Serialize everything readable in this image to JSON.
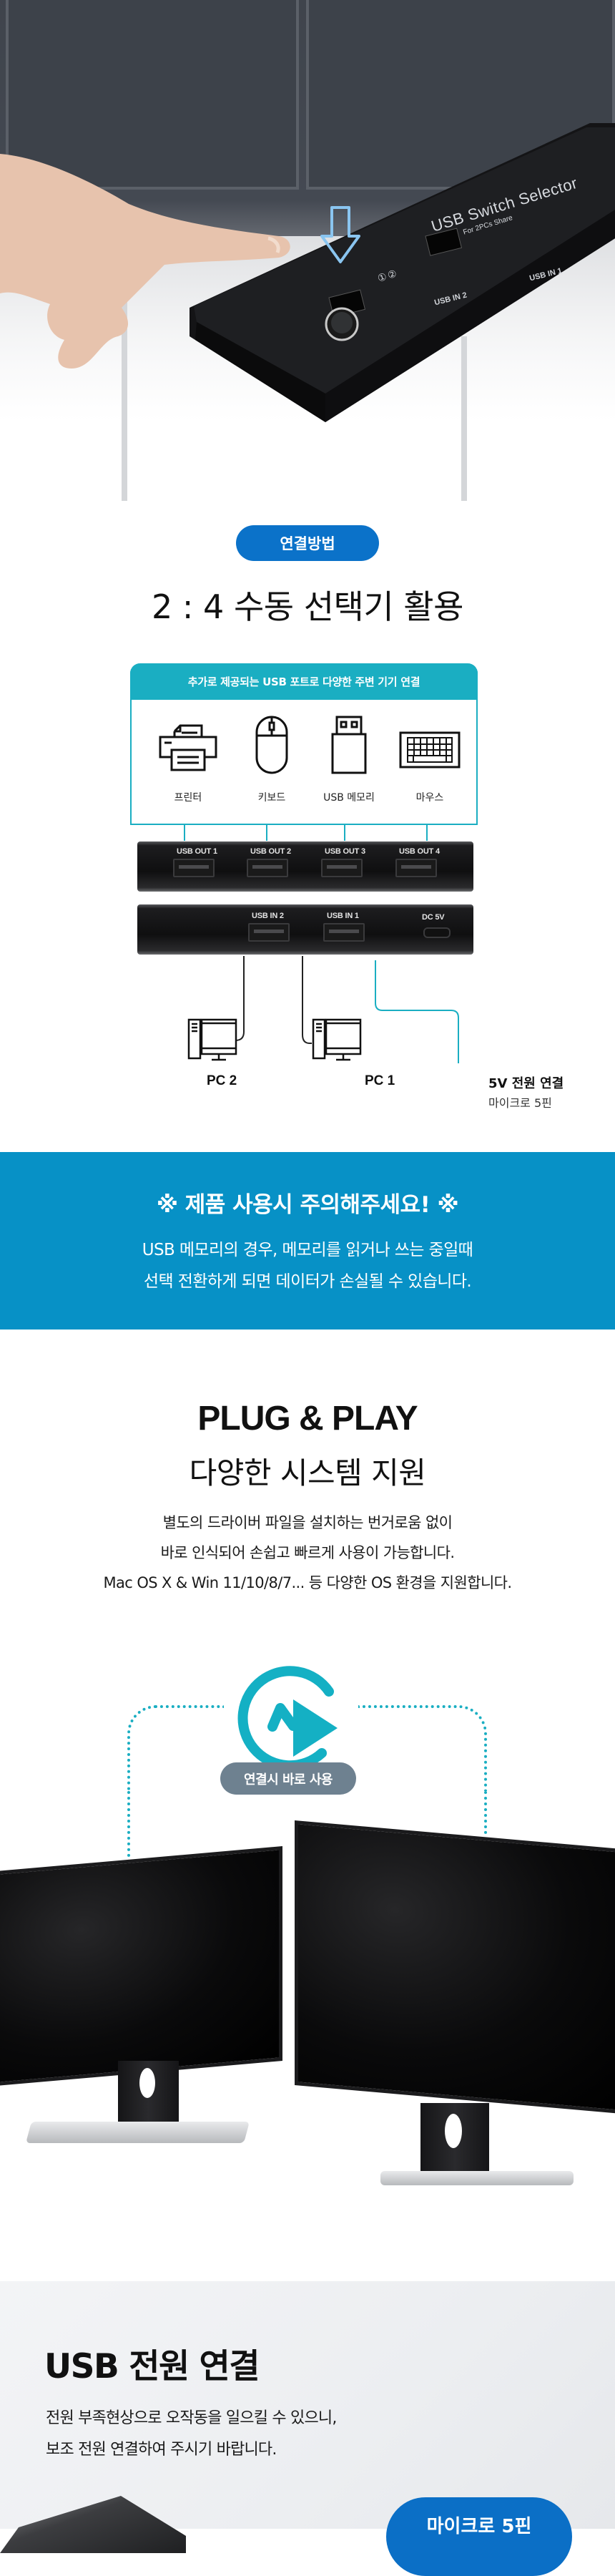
{
  "hero": {
    "product_label": "USB Switch Selector",
    "product_sublabel": "For 2PCs Share",
    "indicator_numbers": "①②",
    "ports": [
      "USB IN 2",
      "USB IN 1"
    ]
  },
  "connection": {
    "badge": "연결방법",
    "title": "2 : 4 수동 선택기 활용",
    "diagram_header": "추가로 제공되는 USB 포트로 다양한 주변 기기 연결",
    "devices": [
      {
        "icon": "printer-icon",
        "label": "프린터"
      },
      {
        "icon": "mouse-icon",
        "label": "키보드"
      },
      {
        "icon": "usb-drive-icon",
        "label": "USB 메모리"
      },
      {
        "icon": "keyboard-icon",
        "label": "마우스"
      }
    ],
    "out_ports": [
      "USB OUT 1",
      "USB OUT 2",
      "USB OUT 3",
      "USB OUT 4"
    ],
    "in_ports": [
      "USB IN 2",
      "USB IN 1"
    ],
    "dc_port": "DC  5V",
    "pcs": [
      "PC 2",
      "PC 1"
    ],
    "power_label": "5V 전원 연결",
    "power_sub": "마이크로 5핀"
  },
  "caution": {
    "heading": "※ 제품 사용시 주의해주세요! ※",
    "line1": "USB 메모리의 경우, 메모리를 읽거나 쓰는 중일때",
    "line2": "선택 전환하게 되면 데이터가 손실될 수 있습니다."
  },
  "plug_play": {
    "title": "PLUG & PLAY",
    "subtitle": "다양한 시스템 지원",
    "desc1": "별도의 드라이버 파일을 설치하는 번거로움 없이",
    "desc2": "바로 인식되어 손쉽고 빠르게 사용이 가능합니다.",
    "desc3": "Mac OS X & Win 11/10/8/7... 등 다양한 OS 환경을 지원합니다.",
    "badge": "연결시 바로 사용"
  },
  "usb_power": {
    "title": "USB 전원 연결",
    "desc1": "전원 부족현상으로 오작동을 일으킬 수 있으니,",
    "desc2": "보조 전원 연결하여 주시기 바랍니다.",
    "badge": "마이크로 5핀"
  },
  "colors": {
    "brand_blue": "#0b72c9",
    "teal": "#1aaec2",
    "caution_blue": "#0791c6",
    "badge_gray": "#6e8190"
  }
}
